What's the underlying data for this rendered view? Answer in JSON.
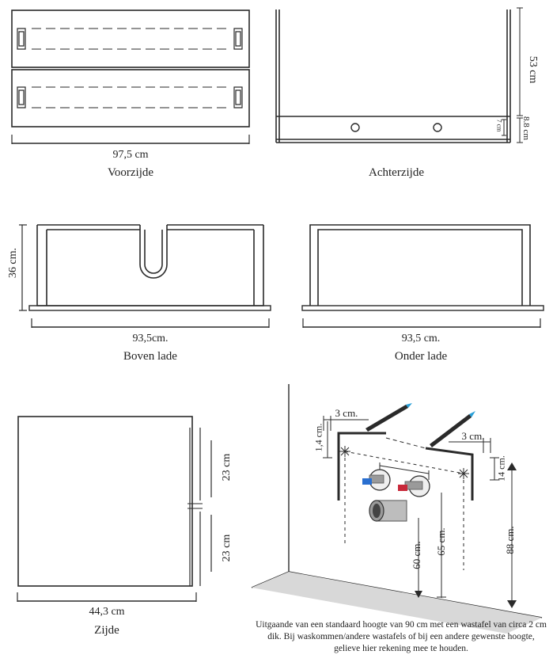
{
  "panels": {
    "front": {
      "width_label": "97,5 cm",
      "caption": "Voorzijde"
    },
    "back": {
      "height_label": "53 cm",
      "bottom_label": "8.8 cm",
      "hole_label": "7 cm",
      "caption": "Achterzijde"
    },
    "top_drawer": {
      "height_label": "36 cm.",
      "width_label": "93,5cm.",
      "caption": "Boven lade"
    },
    "bottom_drawer": {
      "width_label": "93,5 cm.",
      "caption": "Onder lade"
    },
    "side": {
      "upper_label": "23 cm",
      "lower_label": "23 cm",
      "width_label": "44,3 cm",
      "caption": "Zijde"
    },
    "wall": {
      "left_offset": "3 cm.",
      "right_offset": "3 cm.",
      "left_drop": "1,4 cm.",
      "right_drop": "14 cm.",
      "height_60": "60 cm.",
      "height_65": "65 cm.",
      "height_88": "88 cm.",
      "note": "Uitgaande van een standaard hoogte van 90 cm met een wastafel van circa 2 cm dik. Bij waskommen/andere wastafels of bij een andere gewenste hoogte, gelieve hier rekening mee te houden."
    }
  },
  "colors": {
    "line": "#2a2a2a",
    "pencil": "#2a2a2a",
    "pencil_tip": "#2aa0d8",
    "hot": "#c8283a",
    "cold": "#2a6fd0",
    "pipe": "#9a9a9a"
  }
}
